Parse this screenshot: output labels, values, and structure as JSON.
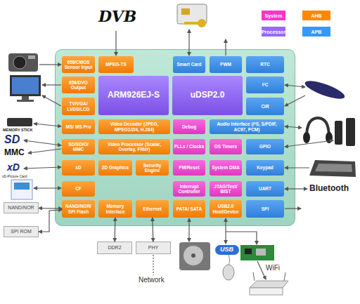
{
  "diagram": {
    "nodes": [
      {
        "text": [
          "656/CMOS Sensor Input"
        ]
      },
      {
        "text": [
          "MPEG-TS"
        ]
      },
      {
        "text": [
          "Smart Card"
        ]
      },
      {
        "text": [
          "PWM"
        ]
      },
      {
        "text": [
          "RTC"
        ]
      },
      {
        "text": [
          "656/DVO Output"
        ]
      },
      {
        "text": [
          "ARM926EJ-S"
        ]
      },
      {
        "text": [
          "uDSP2.0"
        ]
      },
      {
        "text": [
          "I²C"
        ]
      },
      {
        "text": [
          "TV/VGA/ LVDS/LCD"
        ]
      },
      {
        "text": [
          "CIR"
        ]
      },
      {
        "text": [
          "MS/ MS Pro"
        ]
      },
      {
        "text": [
          "Video Decoder (JPEG, MPEG1/2/4, H.264)"
        ]
      },
      {
        "text": [
          "Debug"
        ]
      },
      {
        "text": [
          "Audio Interface (I²S, S/PDIF, AC97, PCM)"
        ]
      },
      {
        "text": [
          "SD/SDIO/ MMC"
        ]
      },
      {
        "text": [
          "Video Processor (Scalar, Overlay, Filter)"
        ]
      },
      {
        "text": [
          "PLLs / Clocks"
        ]
      },
      {
        "text": [
          "OS Timers"
        ]
      },
      {
        "text": [
          "GPIO"
        ]
      },
      {
        "text": [
          "xD"
        ]
      },
      {
        "text": [
          "2D Graphics"
        ]
      },
      {
        "text": [
          "Security Engine"
        ]
      },
      {
        "text": [
          "PM/Reset"
        ]
      },
      {
        "text": [
          "System DMA"
        ]
      },
      {
        "text": [
          "Keypad"
        ]
      },
      {
        "text": [
          "CF"
        ]
      },
      {
        "text": [
          "Interrupt Controller"
        ]
      },
      {
        "text": [
          "JTAG/Test/ BIST"
        ]
      },
      {
        "text": [
          "UART"
        ]
      },
      {
        "text": [
          "NAND/NOR/ SPI Flash"
        ]
      },
      {
        "text": [
          "Memory Interface"
        ]
      },
      {
        "text": [
          "Ethernet"
        ]
      },
      {
        "text": [
          "PATA/ SATA"
        ]
      },
      {
        "text": [
          "USB2.0 Host/Device"
        ]
      },
      {
        "text": [
          "SPI"
        ]
      },
      {
        "text": [
          "NAND/NOR"
        ]
      },
      {
        "text": [
          "SPI ROM"
        ]
      },
      {
        "text": [
          "DDR2"
        ]
      },
      {
        "text": [
          "PHY"
        ]
      }
    ],
    "edges": [
      {
        "from": 36,
        "to": 30,
        "arrow": "both"
      },
      {
        "from": 37,
        "to": 30,
        "arrow": "both"
      },
      {
        "from": 31,
        "to": 38,
        "arrow": "both"
      },
      {
        "from": 32,
        "to": 39,
        "arrow": "both"
      }
    ],
    "labels": [
      "DVB",
      "MEMORY STICK",
      "SD",
      "MMC",
      "xD",
      "xD-Picture Card",
      "Bluetooth",
      "USB",
      "Network",
      "WiFi"
    ],
    "legend": [
      {
        "text": "System",
        "color": "#ff33cc"
      },
      {
        "text": "AHB",
        "color": "#ff8800"
      },
      {
        "text": "Processor",
        "color": "#9966ff"
      },
      {
        "text": "APB",
        "color": "#3399ff"
      }
    ]
  }
}
